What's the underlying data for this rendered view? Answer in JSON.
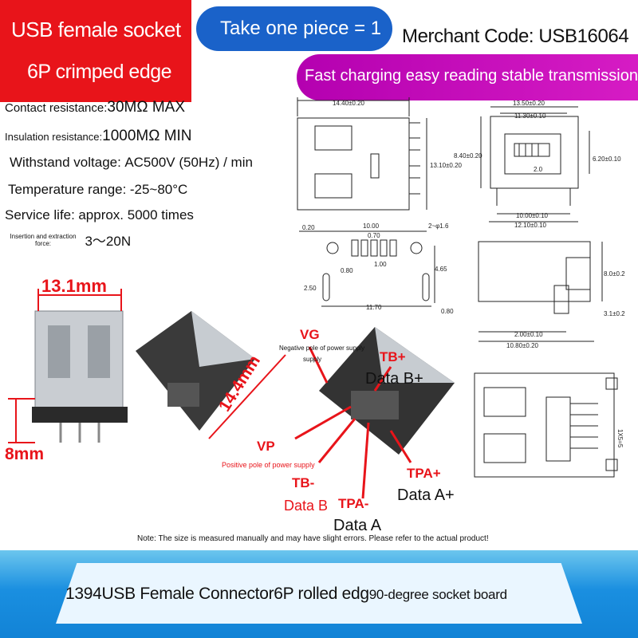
{
  "header": {
    "title": "USB female socket",
    "subtitle": "6P crimped edge",
    "pill": "Take one piece = 1",
    "merchant": "Merchant Code: USB16064",
    "tagline": "Fast charging easy reading stable transmission"
  },
  "specs": [
    {
      "label": "Contact resistance:",
      "value": "30MΩ MAX"
    },
    {
      "label": "Insulation resistance:",
      "value": "1000MΩ MIN"
    },
    {
      "label": "Withstand voltage:",
      "value": "AC500V (50Hz) / min"
    },
    {
      "label": "Temperature range:",
      "value": "-25~80°C"
    },
    {
      "label": "Service life:",
      "value": "approx. 5000 times"
    },
    {
      "label": "Insertion and extraction force:",
      "value": "3～20N"
    }
  ],
  "photo_dims": {
    "width": "13.1mm",
    "length": "14.4mm",
    "height": "8mm"
  },
  "pins": {
    "vg": "VG",
    "vg_desc": "Negative pole of power supply",
    "tbp": "TB+",
    "tbp_desc": "Data B+",
    "vp": "VP",
    "vp_desc": "Positive pole of power supply",
    "tbm": "TB-",
    "tbm_desc": "Data B",
    "tpam": "TPA-",
    "tpam_desc": "Data A",
    "tpap": "TPA+",
    "tpap_desc": "Data A+"
  },
  "drawing_dims": {
    "d1": "14.40±0.20",
    "d2": "13.10±0.20",
    "d3": "13.50±0.20",
    "d4": "11.30±0.10",
    "d5": "8.40±0.20",
    "d6": "6.20±0.10",
    "d7": "2.0",
    "d8": "10.00±0.10",
    "d9": "12.10±0.10",
    "d10": "0.20",
    "d11": "10.00",
    "d12": "0.70",
    "d13": "2~φ1.6",
    "d14": "1.00",
    "d15": "0.80",
    "d16": "4.65",
    "d17": "2.50",
    "d18": "11.70",
    "d19": "0.80",
    "d20": "8.0±0.2",
    "d21": "3.1±0.2",
    "d22": "2.00±0.10",
    "d23": "10.80±0.20",
    "d24": "1X5=5"
  },
  "note": "Note: The size is measured manually and may have slight errors. Please refer to the actual product!",
  "banner": {
    "part1": "1394USB Female Connector",
    "part2": "6P rolled edg",
    "part3": "90-degree socket board"
  },
  "colors": {
    "red": "#e8141a",
    "blue": "#1a62c9",
    "purple": "#c40cbc",
    "banner_blue": "#1a8fe0"
  }
}
